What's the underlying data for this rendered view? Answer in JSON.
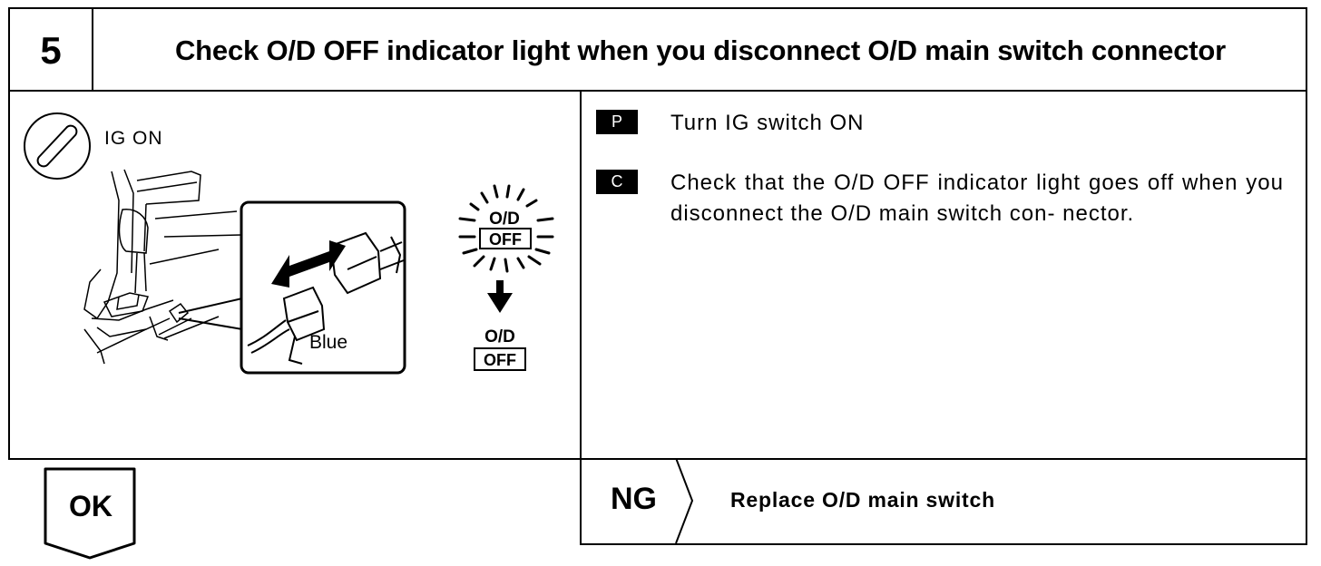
{
  "header": {
    "step_number": "5",
    "title": "Check O/D OFF indicator light when you disconnect O/D main switch connector"
  },
  "illustration": {
    "ig_label": "IG ON",
    "connector_color_label": "Blue",
    "indicator_top_line1": "O/D",
    "indicator_top_line2": "OFF",
    "indicator_bottom_line1": "O/D",
    "indicator_bottom_line2": "OFF",
    "icons": [
      "ignition-key-icon",
      "double-arrow-icon",
      "down-arrow-icon",
      "light-rays-icon"
    ]
  },
  "instructions": [
    {
      "badge": "P",
      "text": "Turn IG switch ON"
    },
    {
      "badge": "C",
      "text": "Check that the O/D OFF indicator light goes off when you disconnect the O/D main switch con- nector."
    }
  ],
  "result": {
    "ok_label": "OK",
    "ng_label": "NG",
    "ng_action": "Replace O/D main switch"
  }
}
